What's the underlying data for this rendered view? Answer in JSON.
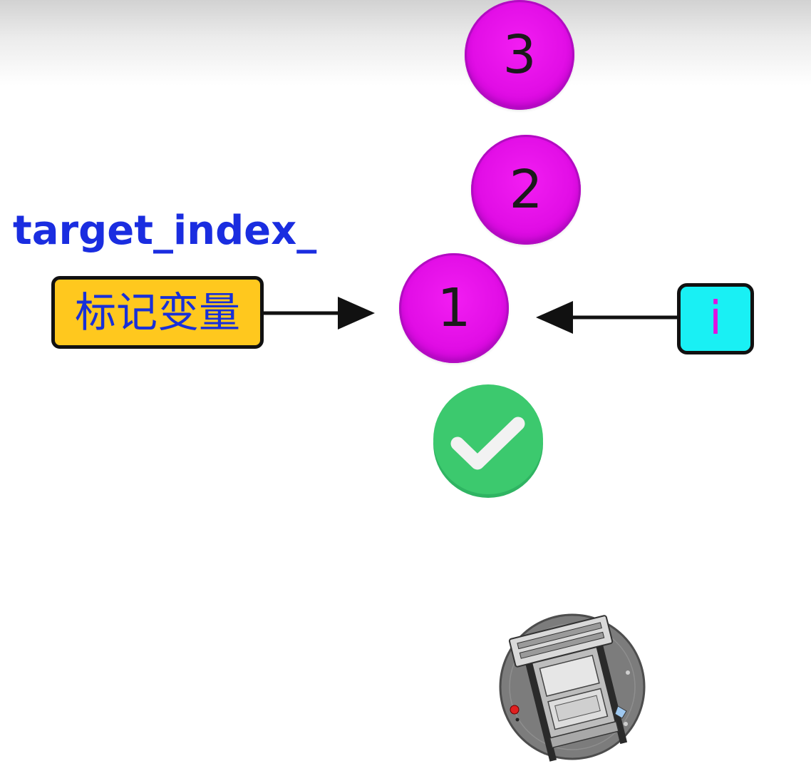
{
  "stack": {
    "items": [
      {
        "label": "3"
      },
      {
        "label": "2"
      },
      {
        "label": "1"
      }
    ]
  },
  "variable": {
    "name": "target_index_",
    "tag_label": "标记变量"
  },
  "pointer": {
    "label": "i"
  },
  "status_icon": "check-circle-icon",
  "colors": {
    "ball": "#e20ee6",
    "variable_text": "#1a2de0",
    "tag_background": "#ffc81e",
    "pointer_background": "#19f0f4",
    "pointer_text": "#e010e0",
    "check": "#3cc96e"
  }
}
